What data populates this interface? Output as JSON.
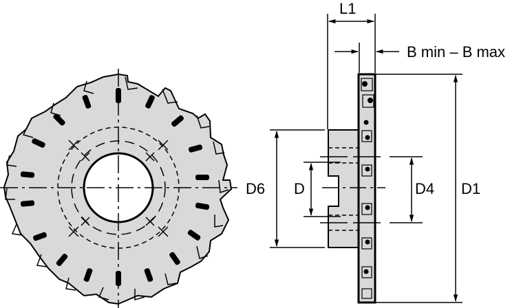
{
  "diagram": {
    "type": "technical-drawing",
    "subject": "side-and-face milling cutter with indexable inserts",
    "colors": {
      "body_fill": "#d9d9d9",
      "line": "#000000",
      "background": "#ffffff"
    },
    "front_view": {
      "label_diameter": "D6"
    },
    "side_view": {
      "labels": {
        "width": "L1",
        "cutting_width": "B min – B max",
        "bore": "D",
        "hub_diameter": "D6",
        "flange_diameter": "D4",
        "cutting_diameter": "D1"
      }
    }
  }
}
